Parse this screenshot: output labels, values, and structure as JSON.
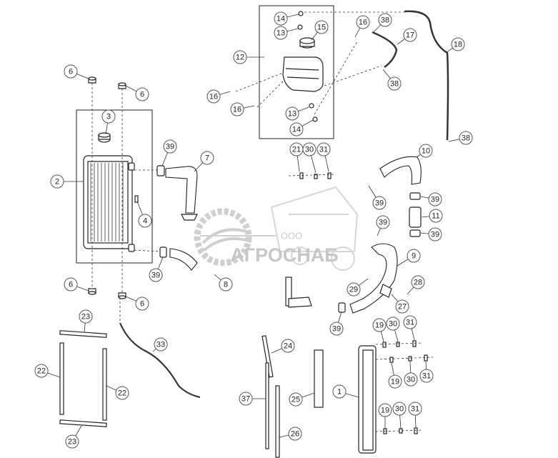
{
  "diagram": {
    "callouts": [
      "1",
      "2",
      "3",
      "4",
      "6",
      "7",
      "8",
      "9",
      "10",
      "11",
      "12",
      "13",
      "14",
      "15",
      "16",
      "17",
      "18",
      "19",
      "21",
      "22",
      "23",
      "24",
      "25",
      "26",
      "27",
      "28",
      "29",
      "30",
      "31",
      "33",
      "37",
      "38",
      "39"
    ]
  },
  "watermark": {
    "small_text": "ООО",
    "main_text": "АГРОСНАБ"
  }
}
